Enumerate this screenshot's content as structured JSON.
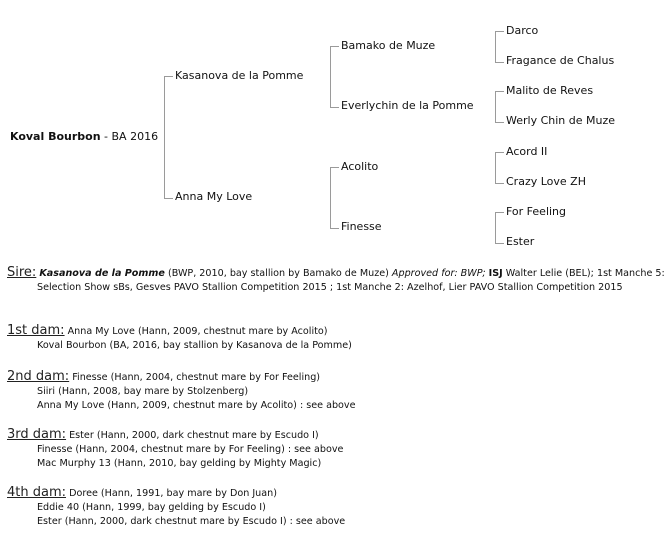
{
  "pedigree": {
    "subject": {
      "name": "Koval Bourbon",
      "suffix": " - BA 2016"
    },
    "gen1": [
      "Kasanova de la Pomme",
      "Anna My Love"
    ],
    "gen2": [
      "Bamako de Muze",
      "Everlychin de la Pomme",
      "Acolito",
      "Finesse"
    ],
    "gen3": [
      "Darco",
      "Fragance de Chalus",
      "Malito de Reves",
      "Werly Chin de Muze",
      "Acord II",
      "Crazy Love ZH",
      "For Feeling",
      "Ester"
    ]
  },
  "sire": {
    "label": "Sire:",
    "name": "Kasanova de la Pomme",
    "info": " (BWP, 2010, bay stallion by Bamako de Muze) ",
    "approved": "Approved for: BWP;",
    "isj": "ISJ",
    "rest": " Walter Lelie (BEL); 1st Manche 5: Selection Show sBs, Gesves PAVO Stallion Competition 2015 ; 1st Manche 2: Azelhof, Lier PAVO Stallion Competition 2015"
  },
  "dams": [
    {
      "label": "1st dam:",
      "main": "Anna My Love (Hann, 2009, chestnut mare by Acolito)",
      "offspring": [
        "Koval Bourbon (BA, 2016, bay stallion by Kasanova de la Pomme)"
      ]
    },
    {
      "label": "2nd dam:",
      "main": "Finesse (Hann, 2004, chestnut mare by For Feeling)",
      "offspring": [
        "Siiri (Hann, 2008, bay mare by Stolzenberg)",
        "Anna My Love (Hann, 2009, chestnut mare by Acolito) : see above"
      ]
    },
    {
      "label": "3rd dam:",
      "main": "Ester (Hann, 2000, dark chestnut mare by Escudo I)",
      "offspring": [
        "Finesse (Hann, 2004, chestnut mare by For Feeling) : see above",
        "Mac Murphy 13 (Hann, 2010, bay gelding by Mighty Magic)"
      ]
    },
    {
      "label": "4th dam:",
      "main": "Doree (Hann, 1991, bay mare by Don Juan)",
      "offspring": [
        "Eddie 40 (Hann, 1999, bay gelding by Escudo I)",
        "Ester (Hann, 2000, dark chestnut mare by Escudo I) : see above"
      ]
    }
  ]
}
